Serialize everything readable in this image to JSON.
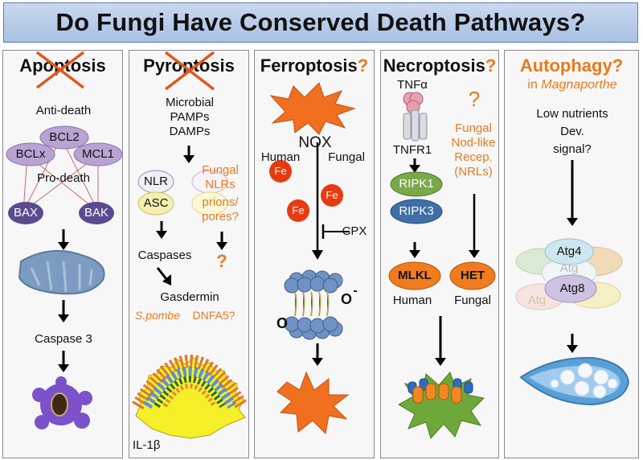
{
  "title": "Do Fungi Have Conserved Death Pathways?",
  "panels": {
    "apoptosis": {
      "title": "Apoptosis",
      "anti_death": "Anti-death",
      "bcl2": "BCL2",
      "bclx": "BCLx",
      "mcl1": "MCL1",
      "pro_death": "Pro-death",
      "bax": "BAX",
      "bak": "BAK",
      "caspase3": "Caspase 3"
    },
    "pyroptosis": {
      "title": "Pyroptosis",
      "microbial": "Microbial",
      "pamps": "PAMPs",
      "damps": "DAMPs",
      "nlr": "NLR",
      "asc": "ASC",
      "fungal": "Fungal",
      "nlrs": "NLRs",
      "prions": "prions/",
      "pores": "pores?",
      "caspases": "Caspases",
      "q_mark": "?",
      "gasdermin": "Gasdermin",
      "spombe": "S.pombe",
      "dnfa5": "DNFA5?",
      "il1b": "IL-1β"
    },
    "ferroptosis": {
      "title": "Ferroptosis",
      "title_q": "?",
      "nox": "NOX",
      "human": "Human",
      "fungal": "Fungal",
      "fe": "Fe",
      "cpx": "CPX",
      "o_minus": "O",
      "o_sup": "-",
      "o2": "O"
    },
    "necroptosis": {
      "title": "Necroptosis",
      "title_q": "?",
      "tnfa": "TNFα",
      "tnfr1": "TNFR1",
      "ripk1": "RIPK1",
      "ripk3": "RIPK3",
      "mlkl": "MLKL",
      "het": "HET",
      "human": "Human",
      "fungal": "Fungal",
      "q_mark": "?",
      "fungal_nod": "Fungal",
      "nod_like": "Nod-like",
      "recep": "Recep.",
      "nrls": "(NRLs)"
    },
    "autophagy": {
      "title": "Autophagy?",
      "in": "in",
      "organism": "Magnaporthe",
      "low_nutrients": "Low nutrients",
      "dev": "Dev.",
      "signal": "signal?",
      "atg4": "Atg4",
      "atg8": "Atg8",
      "atg_ghost": "Atg"
    }
  },
  "colors": {
    "orange": "#e87a1e",
    "title_bg": "#b6cbe8",
    "purple_light": "#b9a3d3",
    "purple_dark": "#5a4a8f",
    "green": "#7aa84a",
    "blue": "#3f6ea8",
    "mlkl": "#f07c1e"
  }
}
